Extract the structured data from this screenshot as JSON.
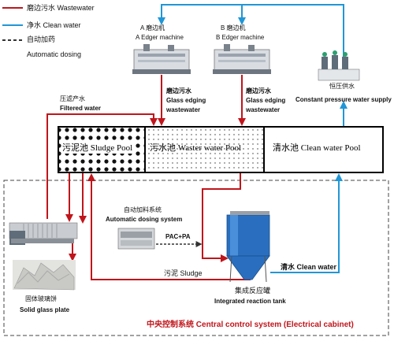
{
  "legend": {
    "wastewater": "磨边污水 Wastewater",
    "clean_water": "净水 Clean water",
    "dosing_cn": "自动加药",
    "dosing_en": "Automatic dosing",
    "wastewater_color": "#c0151b",
    "clean_color": "#2196d6",
    "dosing_color": "#333333"
  },
  "machines": {
    "a_cn": "A 磨边机",
    "a_en": "A Edger machine",
    "b_cn": "B 磨边机",
    "b_en": "B Edger machine"
  },
  "edging_labels": {
    "a": [
      "磨边污水",
      "Glass edging",
      "wastewater"
    ],
    "b": [
      "磨边污水",
      "Glass edging",
      "wastewater"
    ]
  },
  "constant_pressure": {
    "cn": "恒压供水",
    "en": "Constant pressure water supply"
  },
  "filtered": {
    "cn": "压滤产水",
    "en": "Filtered water"
  },
  "pools": {
    "sludge": "污泥池 Sludge Pool",
    "waste": "污水池 Waster water Pool",
    "clean": "清水池 Clean water Pool"
  },
  "dosing_system": {
    "cn": "自动加料系统",
    "en": "Automatic dosing system",
    "chem": "PAC+PA"
  },
  "clean_water_label": "清水 Clean water",
  "sludge_label": "污泥 Sludge",
  "tank": {
    "cn": "集成反应罐",
    "en": "Integrated reaction tank"
  },
  "glass_plate": {
    "cn": "固体玻璃饼",
    "en": "Solid glass plate"
  },
  "control": {
    "cn": "中央控制系统",
    "en": "Central control system (Electrical cabinet)"
  }
}
